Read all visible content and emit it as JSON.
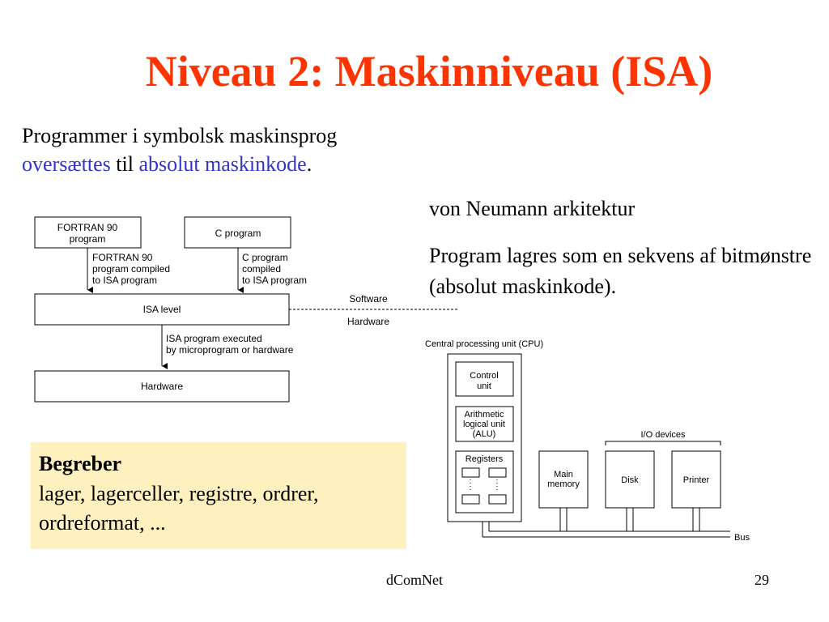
{
  "slide": {
    "title": "Niveau 2: Maskinniveau (ISA)",
    "intro_line1": "Programmer i symbolsk maskinsprog",
    "intro_word1": "oversættes",
    "intro_word2": " til ",
    "intro_word3": "absolut maskinkode",
    "intro_word4": ".",
    "vonneumann": "von Neumann arkitektur",
    "program_lagres": "Program lagres som en sekvens af bitmønstre (absolut maskinkode).",
    "begreber_title": "Begreber",
    "begreber_body": "lager, lagerceller, registre, ordrer, ordreformat, ...",
    "footer_center": "dComNet",
    "footer_page": "29",
    "accent_color": "#ff3300",
    "link_color": "#3333cc",
    "box_color": "#fff0c0"
  },
  "isa_diagram": {
    "fortran_box_l1": "FORTRAN 90",
    "fortran_box_l2": "program",
    "c_box": "C program",
    "fortran_arrow_l1": "FORTRAN 90",
    "fortran_arrow_l2": "program compiled",
    "fortran_arrow_l3": "to ISA program",
    "c_arrow_l1": "C program",
    "c_arrow_l2": "compiled",
    "c_arrow_l3": "to ISA program",
    "isa_level": "ISA level",
    "software": "Software",
    "hardware_label": "Hardware",
    "executed_l1": "ISA program executed",
    "executed_l2": "by microprogram or hardware",
    "hardware_box": "Hardware"
  },
  "cpu_diagram": {
    "cpu_title": "Central processing unit (CPU)",
    "control_l1": "Control",
    "control_l2": "unit",
    "alu_l1": "Arithmetic",
    "alu_l2": "logical unit",
    "alu_l3": "(ALU)",
    "registers": "Registers",
    "main_l1": "Main",
    "main_l2": "memory",
    "io_devices": "I/O devices",
    "disk": "Disk",
    "printer": "Printer",
    "bus": "Bus"
  }
}
